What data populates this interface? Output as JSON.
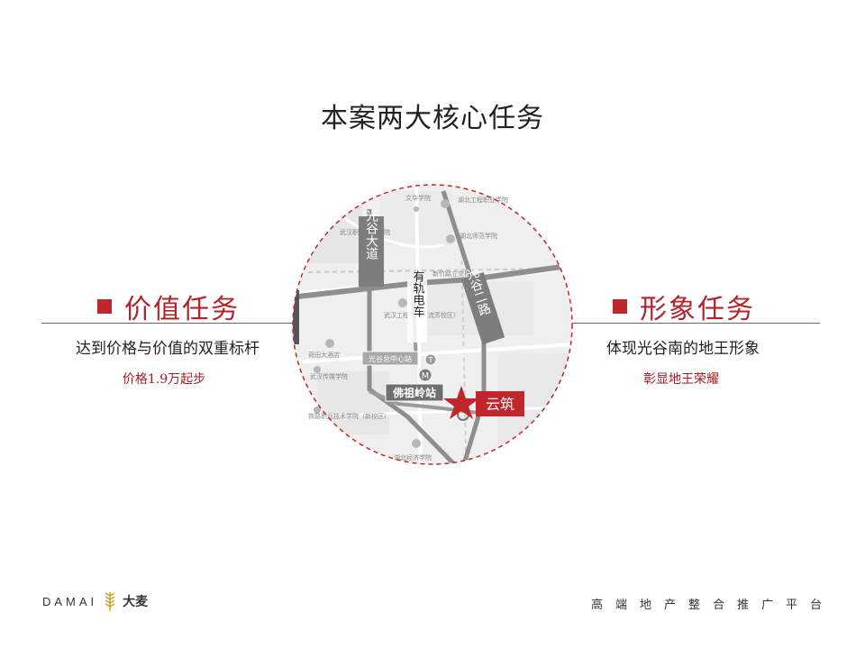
{
  "title": "本案两大核心任务",
  "left_task": {
    "heading": "价值任务",
    "description": "达到价格与价值的双重标杆",
    "note": "价格1.9万起步"
  },
  "right_task": {
    "heading": "形象任务",
    "description": "体现光谷南的地王形象",
    "note": "彰显地王荣耀"
  },
  "map": {
    "roads": {
      "guanggu_avenue": "光谷大道",
      "tram": "有轨电车",
      "guanggu_2nd_road": "光谷二路"
    },
    "pois": [
      "文华学院",
      "湖北工程职业学院",
      "武汉职业技术学院",
      "湖北师范学院",
      "新竹路立交桥",
      "武汉工程学院（流芳校区）",
      "荷田大酒店",
      "武汉传媒学院",
      "铁路职业技术学院（新校区）",
      "湖北经济学院"
    ],
    "station_center": "光谷总中心站",
    "station_main": "佛祖岭站",
    "metro_mark": "M",
    "tram_mark": "T",
    "project": "云筑",
    "accent_color": "#c0272d"
  },
  "footer": {
    "logo_en": "DAMAI",
    "logo_zh": "大麦",
    "tagline": "高端地产整合推广平台"
  }
}
